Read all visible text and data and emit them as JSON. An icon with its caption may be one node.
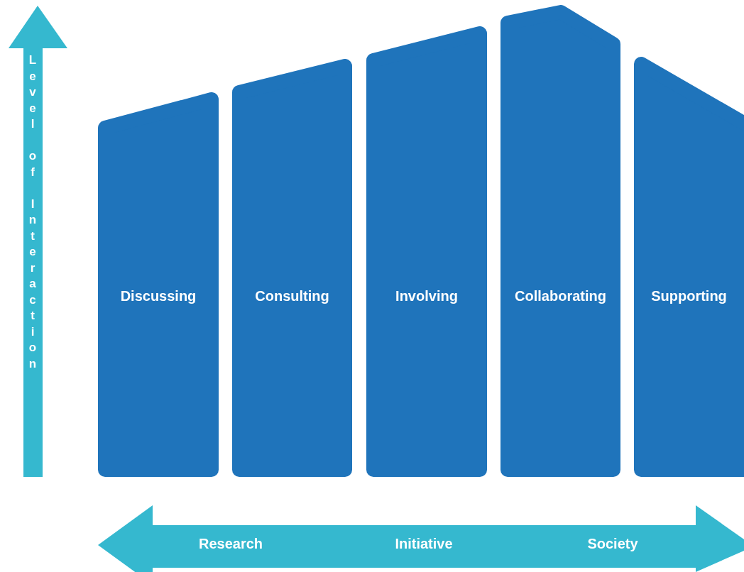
{
  "diagram": {
    "nodes": [
      {
        "text": [
          "Discussing"
        ]
      },
      {
        "text": [
          "Consulting"
        ]
      },
      {
        "text": [
          "Involving"
        ]
      },
      {
        "text": [
          "Collaborating"
        ]
      },
      {
        "text": [
          "Supporting"
        ]
      }
    ],
    "labels": [
      "Level of Interaction",
      "Research",
      "Initiative",
      "Society"
    ]
  }
}
